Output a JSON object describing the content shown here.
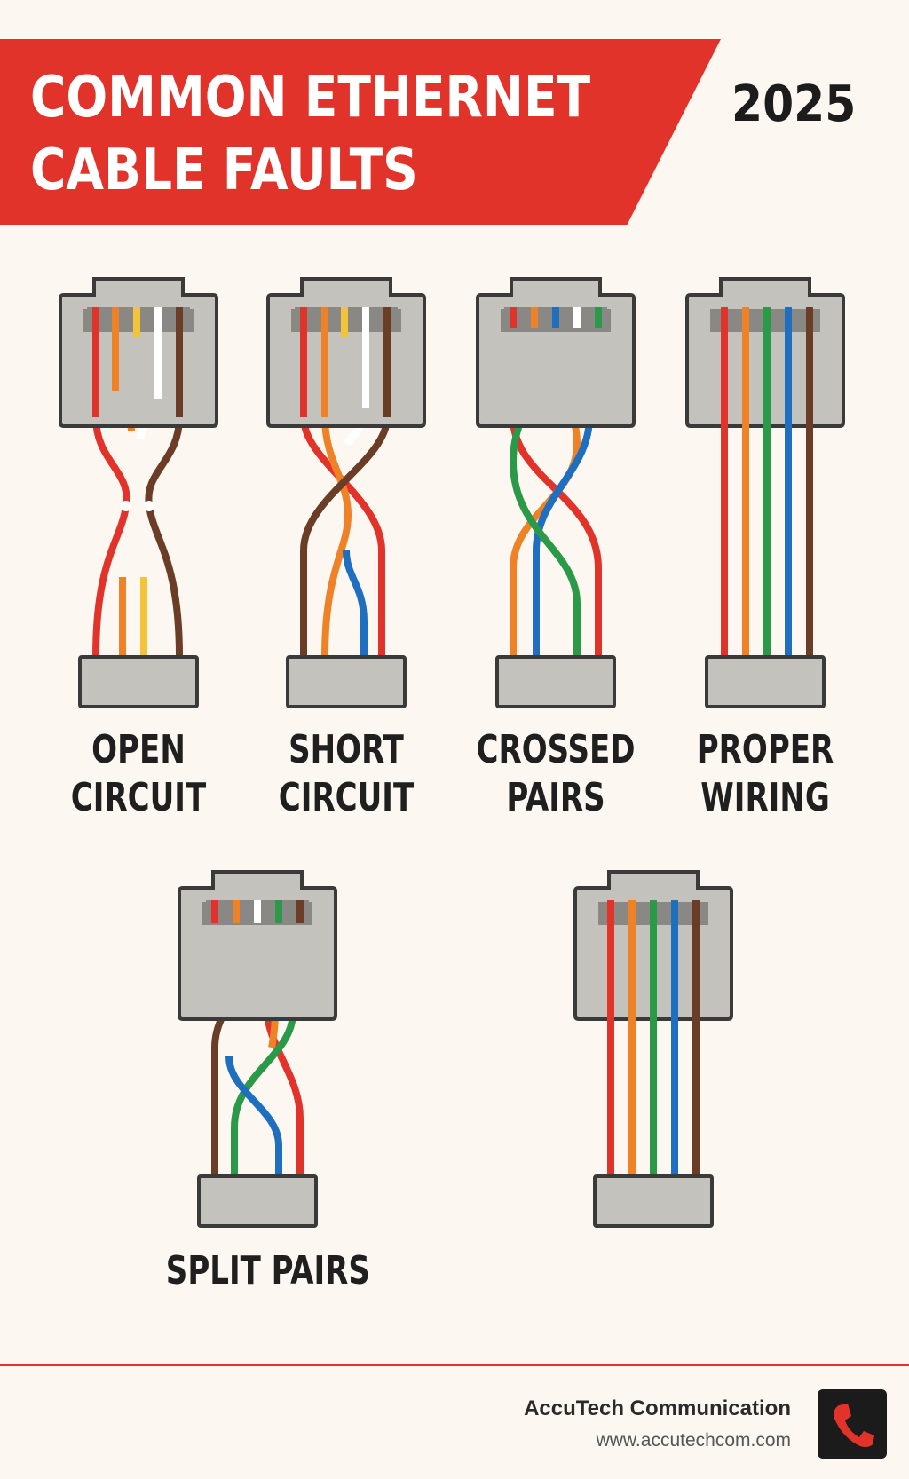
{
  "header": {
    "title_line_1": "COMMON ETHERNET",
    "title_line_2": "CABLE FAULTS",
    "year": "2025"
  },
  "faults": [
    {
      "label_line_1": "OPEN",
      "label_line_2": "CIRCUIT"
    },
    {
      "label_line_1": "SHORT",
      "label_line_2": "CIRCUIT"
    },
    {
      "label_line_1": "CROSSED",
      "label_line_2": "PAIRS"
    },
    {
      "label_line_1": "PROPER",
      "label_line_2": "WIRING"
    },
    {
      "label_line_1": "SPLIT PAIRS",
      "label_line_2": ""
    },
    {
      "label_line_1": "",
      "label_line_2": ""
    }
  ],
  "footer": {
    "company": "AccuTech Communication",
    "url": "www.accutechcom.com",
    "logo_icon": "phone-icon"
  },
  "colors": {
    "accent_red": "#e2332b",
    "background": "#fcf8f1",
    "connector_gray": "#c4c2bd",
    "outline": "#3a3a3a",
    "wire_red": "#e2332b",
    "wire_orange": "#ef8227",
    "wire_yellow": "#f3c43a",
    "wire_white": "#ffffff",
    "wire_brown": "#6b3d26",
    "wire_green": "#2b9a48",
    "wire_blue": "#1f6fc0"
  }
}
